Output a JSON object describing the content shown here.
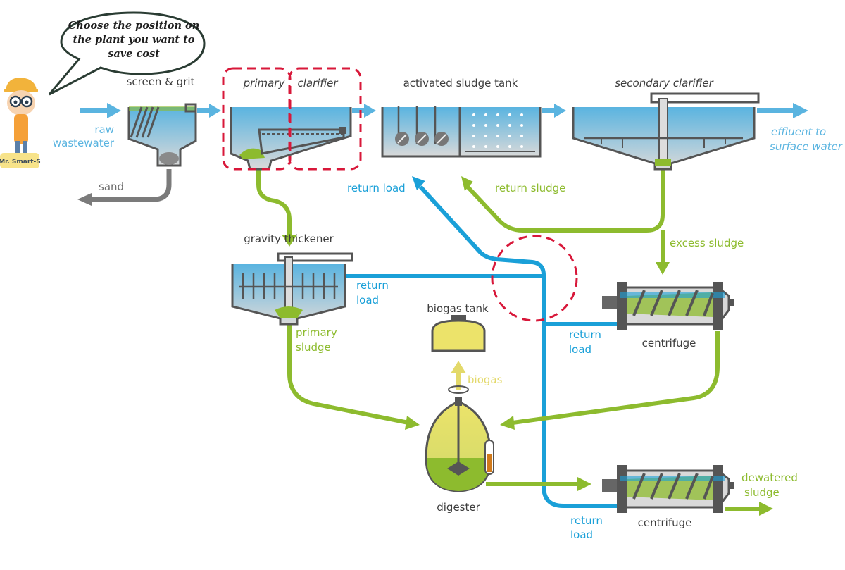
{
  "speech_bubble": {
    "text_lines": [
      "Choose the position on",
      "the plant you want to",
      "save cost"
    ]
  },
  "mascot": {
    "name": "Mr. Smart-S"
  },
  "units": {
    "screen_grit": "screen & grit",
    "primary_clarifier_a": "primary",
    "primary_clarifier_b": "clarifier",
    "activated_sludge_tank": "activated sludge tank",
    "secondary_clarifier": "secondary clarifier",
    "gravity_thickener": "gravity thickener",
    "biogas_tank": "biogas tank",
    "digester": "digester",
    "centrifuge_1": "centrifuge",
    "centrifuge_2": "centrifuge"
  },
  "flows": {
    "raw_1": "raw",
    "raw_2": "wastewater",
    "sand": "sand",
    "effluent_1": "effluent to",
    "effluent_2": "surface water",
    "return_load_top": "return load",
    "return_sludge": "return sludge",
    "excess_sludge": "excess sludge",
    "return_load_thickener_1": "return",
    "return_load_thickener_2": "load",
    "return_load_centrifuge_1": "return",
    "return_load_centrifuge_2": "load",
    "return_load_bottom_1": "return",
    "return_load_bottom_2": "load",
    "primary_sludge_1": "primary",
    "primary_sludge_2": "sludge",
    "biogas": "biogas",
    "dewatered_1": "dewatered",
    "dewatered_2": "sludge"
  },
  "selectable_positions": [
    "primary-clarifier-left",
    "primary-clarifier-right",
    "return-load-junction"
  ],
  "colors": {
    "water": "#5ab4e0",
    "return_load": "#1aa0d8",
    "sludge": "#8dbb2e",
    "sand": "#6f6f6f",
    "biogas": "#e3d96a",
    "selection": "#d8183a",
    "tank_outline": "#555555"
  }
}
